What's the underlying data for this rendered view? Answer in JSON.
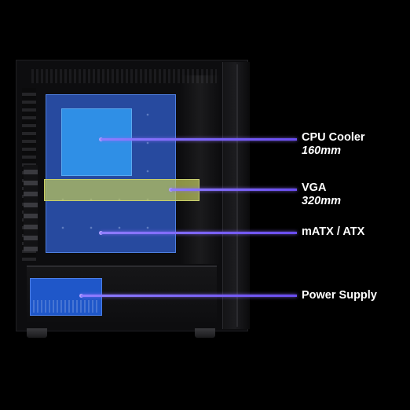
{
  "labels": {
    "cpu_cooler": {
      "main": "CPU Cooler",
      "sub": "160mm"
    },
    "vga": {
      "main": "VGA",
      "sub": "320mm"
    },
    "motherboard": {
      "main": "mATX / ATX"
    },
    "psu": {
      "main": "Power Supply"
    }
  },
  "colors": {
    "background": "#000000",
    "callout_line": "#7a63f5",
    "cpu_zone": "#2f8fe6",
    "mb_zone": "#305cc8",
    "vga_zone": "#bec85a",
    "psu_zone": "#1f57c9"
  }
}
